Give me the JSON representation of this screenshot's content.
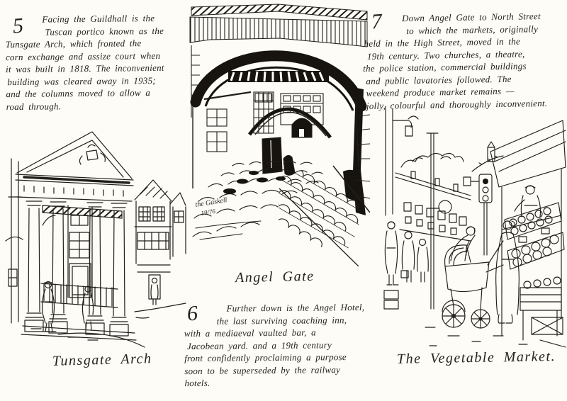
{
  "page": {
    "paper_color": "#fdfcf7",
    "ink_color": "#26221c"
  },
  "sections": {
    "five": {
      "number": "5",
      "lines": [
        "Facing the Guildhall is the",
        "Tuscan portico known as the",
        "Tunsgate Arch, which fronted the",
        "corn exchange and assize court when",
        "it was built in 1818. The inconvenient",
        "building was cleared away in 1935;",
        "and the columns moved to allow a",
        "road through."
      ]
    },
    "seven": {
      "number": "7",
      "lines": [
        "Down Angel Gate to North Street",
        "to which the markets, originally",
        "held in the High Street, moved in the",
        "19th century. Two churches, a theatre,",
        "the police station, commercial buildings",
        "and public lavatories followed. The",
        "weekend produce market remains —",
        "jolly, colourful and thoroughly inconvenient."
      ]
    },
    "six": {
      "number": "6",
      "lines": [
        "Further down is the Angel Hotel,",
        "the last surviving coaching inn,",
        "with a mediaeval vaulted bar, a",
        "Jacobean yard. and a 19th century",
        "front confidently proclaiming a purpose",
        "soon to be superseded by the railway",
        "hotels."
      ]
    }
  },
  "captions": {
    "angel_gate": "Angel Gate",
    "tunsgate_arch": "Tunsgate Arch",
    "vegetable_market": "The Vegetable Market."
  },
  "signature": {
    "name": "the Gaskell",
    "date": "19/76"
  }
}
